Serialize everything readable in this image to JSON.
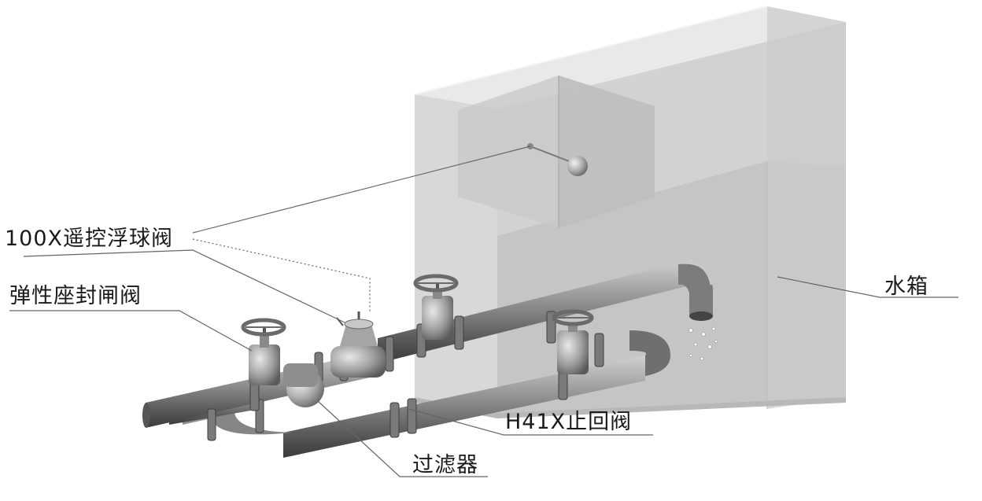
{
  "labels": {
    "float_valve": "100X遥控浮球阀",
    "gate_valve": "弹性座封闸阀",
    "water_tank": "水箱",
    "check_valve": "H41X止回阀",
    "filter": "过滤器"
  },
  "colors": {
    "tank_front": "#d4d4d4",
    "tank_top": "#e6e6e6",
    "tank_side": "#c4c4c4",
    "water": "#bdbdbd",
    "pipe": "#8c8c8c",
    "pipe_dark": "#555555",
    "leader_line": "#666666",
    "text": "#1a1a1a"
  }
}
